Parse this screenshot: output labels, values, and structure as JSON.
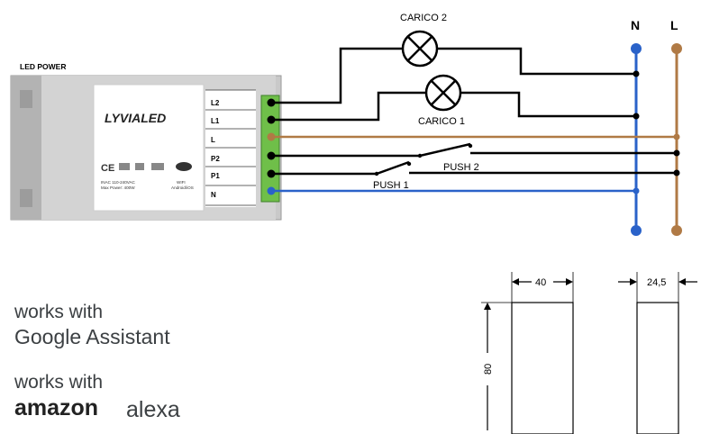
{
  "device": {
    "header": "LED POWER",
    "brand": "LYVIALED",
    "terminals": [
      "L2",
      "L1",
      "L",
      "P2",
      "P1",
      "N"
    ],
    "spec_left": "INAC 110-240VAC",
    "spec_left_2": "Max Power: 400W",
    "spec_right": "WIFI",
    "spec_right_2": "Android/iOS"
  },
  "loads": {
    "carico_2": "CARICO 2",
    "carico_1": "CARICO 1"
  },
  "switches": {
    "push_1": "PUSH 1",
    "push_2": "PUSH 2"
  },
  "buses": {
    "neutral": "N",
    "live": "L"
  },
  "colors": {
    "neutral_wire": "#2a62c9",
    "live_wire": "#b07a45",
    "signal_wire": "#000000",
    "terminal_block": "#6fbf49"
  },
  "badges": {
    "google_line1": "works with",
    "google_line2": "Google Assistant",
    "alexa_line1": "works with",
    "alexa_amazon": "amazon",
    "alexa_word": "alexa"
  },
  "dimensions": {
    "width": "40",
    "depth": "24,5",
    "height": "80"
  }
}
